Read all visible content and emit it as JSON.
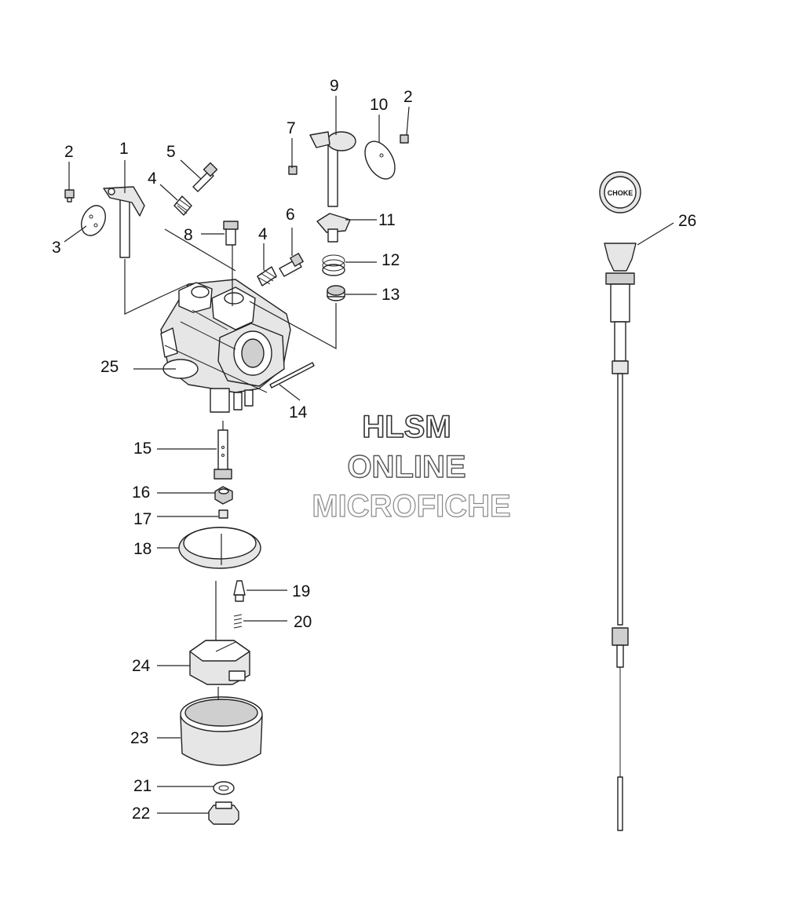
{
  "diagram": {
    "callouts": [
      {
        "id": "c1",
        "text": "1"
      },
      {
        "id": "c2a",
        "text": "2"
      },
      {
        "id": "c2b",
        "text": "2"
      },
      {
        "id": "c3",
        "text": "3"
      },
      {
        "id": "c4a",
        "text": "4"
      },
      {
        "id": "c4b",
        "text": "4"
      },
      {
        "id": "c5",
        "text": "5"
      },
      {
        "id": "c6",
        "text": "6"
      },
      {
        "id": "c7",
        "text": "7"
      },
      {
        "id": "c8",
        "text": "8"
      },
      {
        "id": "c9",
        "text": "9"
      },
      {
        "id": "c10",
        "text": "10"
      },
      {
        "id": "c11",
        "text": "11"
      },
      {
        "id": "c12",
        "text": "12"
      },
      {
        "id": "c13",
        "text": "13"
      },
      {
        "id": "c14",
        "text": "14"
      },
      {
        "id": "c15",
        "text": "15"
      },
      {
        "id": "c16",
        "text": "16"
      },
      {
        "id": "c17",
        "text": "17"
      },
      {
        "id": "c18",
        "text": "18"
      },
      {
        "id": "c19",
        "text": "19"
      },
      {
        "id": "c20",
        "text": "20"
      },
      {
        "id": "c21",
        "text": "21"
      },
      {
        "id": "c22",
        "text": "22"
      },
      {
        "id": "c23",
        "text": "23"
      },
      {
        "id": "c24",
        "text": "24"
      },
      {
        "id": "c25",
        "text": "25"
      },
      {
        "id": "c26",
        "text": "26"
      }
    ],
    "choke_knob_label": "CHOKE"
  },
  "watermark": {
    "line1": "HLSM",
    "line2": "ONLINE",
    "line3": "MICROFICHE",
    "outline_colors": [
      "#333333",
      "#555555",
      "#888888"
    ]
  },
  "colors": {
    "background": "#ffffff",
    "ink": "#222222"
  }
}
